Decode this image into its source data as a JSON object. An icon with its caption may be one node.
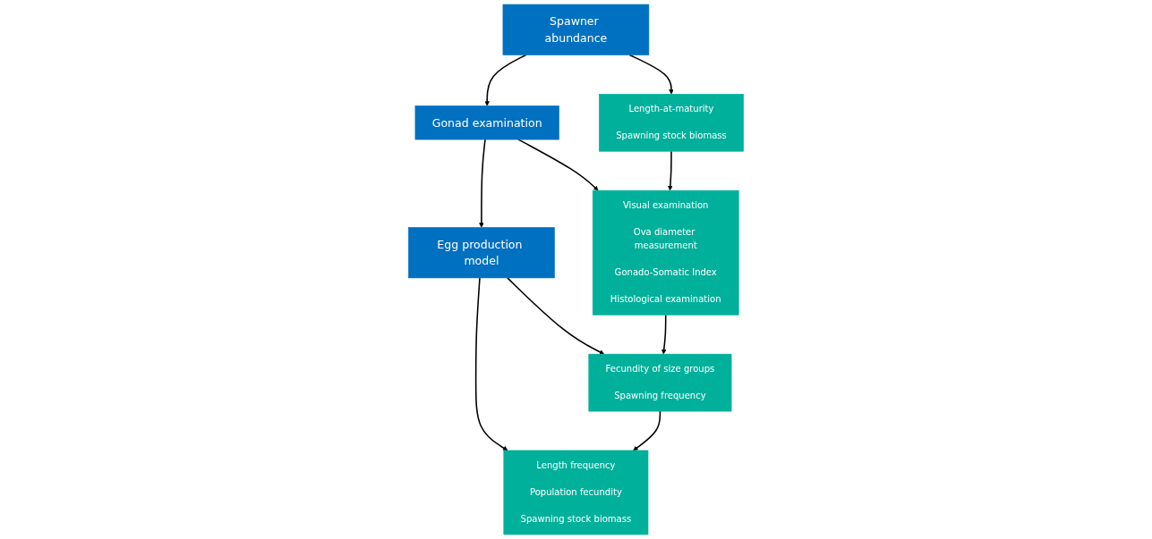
{
  "diagram": {
    "nodes": [
      {
        "text": [
          "Spawner abundance"
        ]
      },
      {
        "text": [
          "Gonad examination"
        ]
      },
      {
        "text": [
          "Egg production model"
        ]
      },
      {
        "text": [
          "Length-at-maturity",
          "Spawning stock biomass"
        ]
      },
      {
        "text": [
          "Visual examination",
          "Ova diameter measurement",
          "Gonado-Somatic Index",
          "Histological examination"
        ]
      },
      {
        "text": [
          "Fecundity of size groups",
          "Spawning frequency"
        ]
      },
      {
        "text": [
          "Length frequency",
          "Population fecundity",
          "Spawning stock biomass"
        ]
      }
    ],
    "edges": [
      {
        "from": 0,
        "to": 1,
        "arrow": "to"
      },
      {
        "from": 1,
        "to": 2,
        "arrow": "to"
      },
      {
        "from": 0,
        "to": 3,
        "arrow": "to"
      },
      {
        "from": 1,
        "to": 4,
        "arrow": "to"
      },
      {
        "from": 2,
        "to": 5,
        "arrow": "to"
      },
      {
        "from": 2,
        "to": 6,
        "arrow": "to"
      },
      {
        "from": 3,
        "to": 4,
        "arrow": "to"
      },
      {
        "from": 4,
        "to": 5,
        "arrow": "to"
      },
      {
        "from": 5,
        "to": 6,
        "arrow": "to"
      }
    ]
  }
}
